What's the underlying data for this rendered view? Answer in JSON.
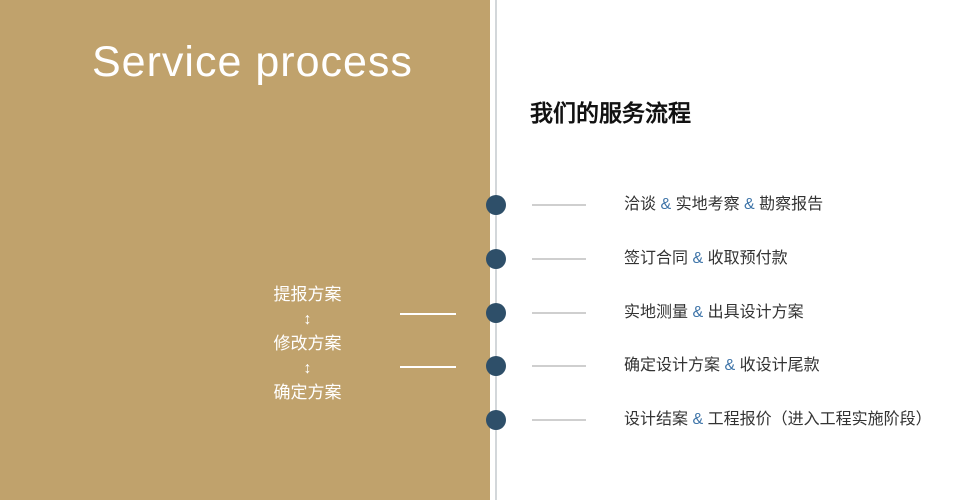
{
  "left_panel": {
    "title": "Service process",
    "workflow": {
      "steps": [
        "提报方案",
        "修改方案",
        "确定方案"
      ],
      "arrow_icon": "↕"
    }
  },
  "right_panel": {
    "title": "我们的服务流程",
    "separator": "&",
    "steps": [
      {
        "text": "洽谈 & 实地考察 & 勘察报告"
      },
      {
        "text": "签订合同 & 收取预付款"
      },
      {
        "text": "实地测量 & 出具设计方案"
      },
      {
        "text": "确定设计方案 & 收设计尾款"
      },
      {
        "text": "设计结案 & 工程报价（进入工程实施阶段）"
      }
    ]
  },
  "colors": {
    "left_background": "#c0a26c",
    "timeline_dot": "#2e4f69",
    "separator_accent": "#3e74a8",
    "timeline_line": "#d3d7da"
  }
}
